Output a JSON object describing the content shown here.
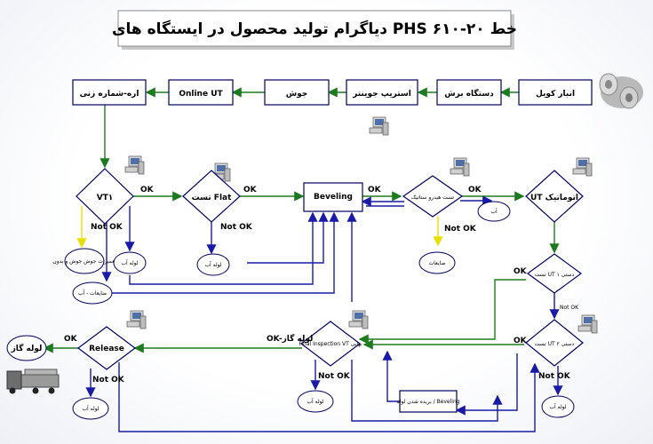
{
  "title": "دیاگرام تولید محصول در ایستگاه های PHS خط ۲۰-۶۱۰",
  "top_row": {
    "coil_store": "انبار کویل",
    "cutting": "دستگاه برش",
    "strip_joint": "استریپ جوینتر",
    "welding": "جوش",
    "online_ut": "Online UT",
    "saw_numbering": "اره-شماره زنی"
  },
  "row2": {
    "vt1": "VT۱",
    "flat_test": "تست Flat",
    "beveling": "Beveling",
    "hydro_test": "تست هیدرو ستاتیک",
    "auto_ut": "UT اتوماتیک"
  },
  "row3": {
    "manual_ut1": "تست UT دستی ۱",
    "manual_ut2": "تست UT دستی ۲",
    "release": "Release",
    "final_inspection": "Final Inspection VT نهایی",
    "cut_beveling": "بریده شدن لوله / Beveling"
  },
  "ellipses": {
    "weld_repair": "تعمیرات جوش جوش و بدون",
    "scrap_water": "ضایعات - آب",
    "pipe_water1": "لوله آب",
    "pipe_water2": "لوله آب",
    "water": "آب",
    "scrap": "ضایعات",
    "pipe_water3": "لوله آب",
    "pipe_water4": "لوله آب",
    "pipe_water5": "لوله آب",
    "gas_pipe": "لوله گاز"
  },
  "edge_labels": {
    "ok": "OK",
    "not_ok": "Not OK",
    "ok_gas": "OK-لوله گاز"
  },
  "colors": {
    "green_line": "#1e7a1e",
    "blue_line": "#1a1aa8",
    "yellow_line": "#e8e000",
    "box_fill": "#ffffff",
    "box_border": "#000060"
  }
}
